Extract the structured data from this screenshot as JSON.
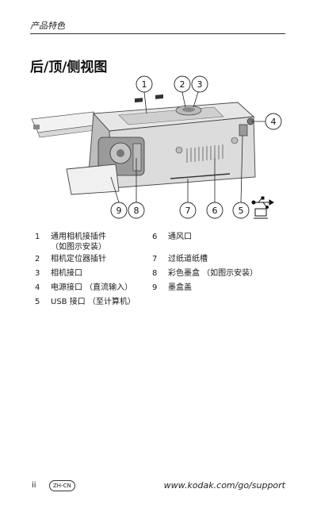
{
  "header": {
    "section": "产品特色"
  },
  "title": "后/顶/侧视图",
  "callouts": {
    "top": [
      "1",
      "2",
      "3"
    ],
    "right": [
      "4"
    ],
    "bottom": [
      "9",
      "8",
      "7",
      "6",
      "5"
    ]
  },
  "legend": {
    "left": [
      {
        "num": "1",
        "lines": [
          "通用相机接插件",
          "（如图示安装）"
        ]
      },
      {
        "num": "2",
        "lines": [
          "相机定位器插针"
        ]
      },
      {
        "num": "3",
        "lines": [
          "相机接口"
        ]
      },
      {
        "num": "4",
        "lines": [
          "电源接口 （直流输入）"
        ]
      },
      {
        "num": "5",
        "lines": [
          "USB 接口 （至计算机）"
        ]
      }
    ],
    "right": [
      {
        "num": "6",
        "lines": [
          "通风口"
        ]
      },
      {
        "num": "7",
        "lines": [
          "过纸道纸槽"
        ]
      },
      {
        "num": "8",
        "lines": [
          "彩色墨盒 （如图示安装）"
        ]
      },
      {
        "num": "9",
        "lines": [
          "墨盒盖"
        ]
      }
    ]
  },
  "icons": {
    "usb": "usb-icon"
  },
  "footer": {
    "page": "ii",
    "lang": "ZH-CN",
    "url": "www.kodak.com/go/support"
  }
}
